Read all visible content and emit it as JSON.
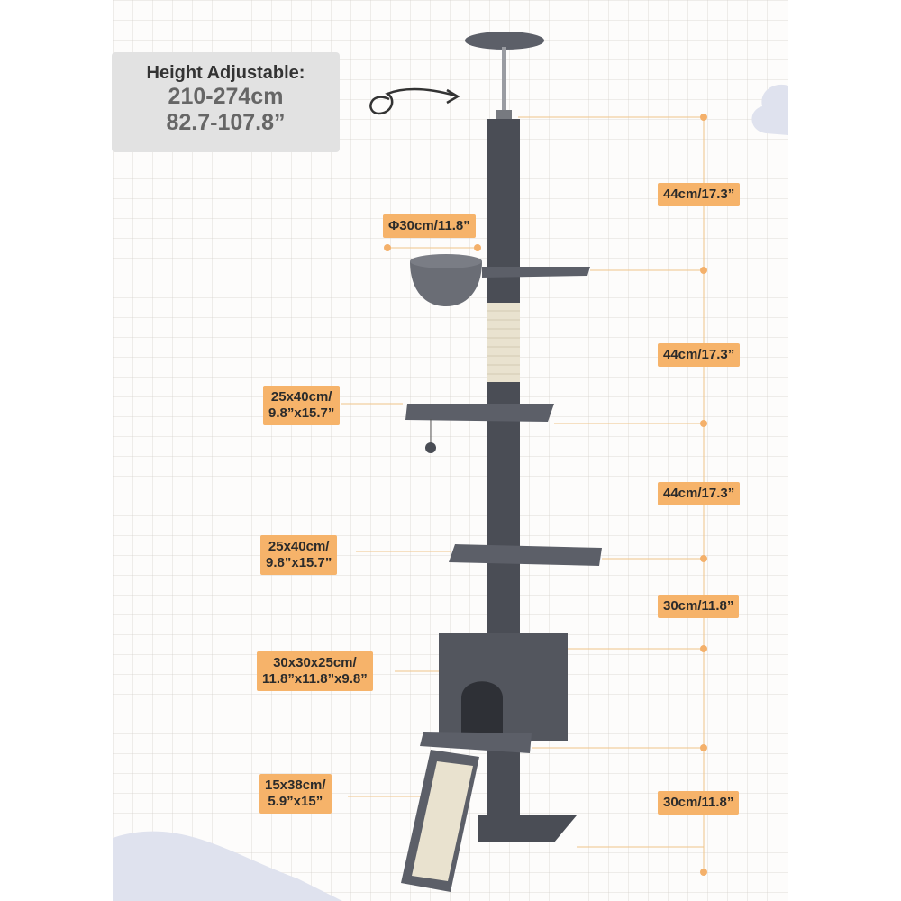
{
  "height_info": {
    "title": "Height Adjustable:",
    "range_cm": "210-274cm",
    "range_in": "82.7-107.8”"
  },
  "hammock_label": "Φ30cm/11.8”",
  "left_labels": [
    {
      "line1": "25x40cm/",
      "line2": "9.8”x15.7”"
    },
    {
      "line1": "25x40cm/",
      "line2": "9.8”x15.7”"
    },
    {
      "line1": "30x30x25cm/",
      "line2": "11.8”x11.8”x9.8”"
    },
    {
      "line1": "15x38cm/",
      "line2": "5.9”x15”"
    }
  ],
  "right_labels": [
    "44cm/17.3”",
    "44cm/17.3”",
    "44cm/17.3”",
    "30cm/11.8”",
    "30cm/11.8”"
  ],
  "colors": {
    "tag": "#f6b36a",
    "post": "#4a4d55",
    "platform": "#5c5f68",
    "sisal": "#e9e2cf",
    "guide_line": "#f0c48a",
    "cloud": "#dfe2ee"
  }
}
